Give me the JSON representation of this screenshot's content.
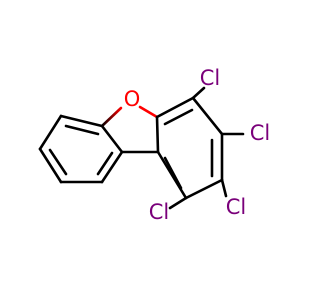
{
  "molecule": {
    "atoms": {
      "oxygen": {
        "symbol": "O",
        "color": "#ff0000"
      },
      "cl_1": {
        "symbol": "Cl",
        "color": "#7a007a"
      },
      "cl_2": {
        "symbol": "Cl",
        "color": "#7a007a"
      },
      "cl_3": {
        "symbol": "Cl",
        "color": "#7a007a"
      },
      "cl_4": {
        "symbol": "Cl",
        "color": "#7a007a"
      }
    },
    "colors": {
      "bond": "#000000",
      "background": "#ffffff"
    }
  }
}
